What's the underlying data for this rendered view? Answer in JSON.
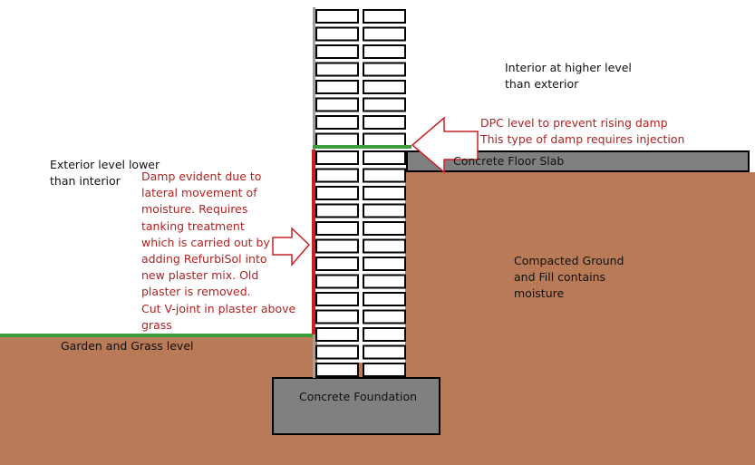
{
  "colors": {
    "ground": "#b97a57",
    "grass": "#3c9d3c",
    "dpc": "#3c9d3c",
    "damp": "#cc1f1f",
    "slab": "#808080",
    "foundation": "#808080",
    "plaster": "#a0a0a0",
    "annotation_text": "#b22222",
    "label_text": "#111111",
    "arrow_stroke": "#cc2222"
  },
  "labels": {
    "interior": [
      "Interior at higher level",
      "than exterior"
    ],
    "exterior": [
      "Exterior level lower",
      "than interior"
    ],
    "dpc_note": [
      "DPC level to prevent rising damp",
      "This type of damp requires injection"
    ],
    "slab": "Concrete Floor Slab",
    "damp_note": [
      "Damp evident due to",
      "lateral movement of",
      "moisture. Requires",
      "tanking treatment",
      "which is carried out by",
      "adding RefurbiSol into",
      "new plaster mix. Old",
      "plaster is removed.",
      "Cut V-joint in plaster above",
      "grass"
    ],
    "ground": [
      "Compacted Ground",
      "and Fill contains",
      "moisture"
    ],
    "garden": "Garden and Grass level",
    "foundation": "Concrete Foundation"
  },
  "icons": {
    "dpc_arrow": "left-arrow-outline-icon",
    "damp_arrow": "right-arrow-outline-icon"
  }
}
